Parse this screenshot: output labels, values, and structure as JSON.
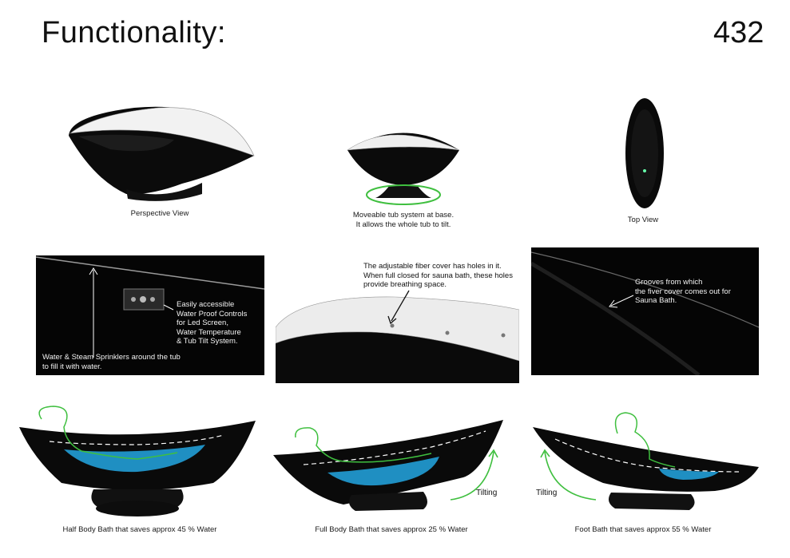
{
  "header": {
    "title": "Functionality:",
    "page_number": "432"
  },
  "views": {
    "perspective": "Perspective View",
    "base_line1": "Moveable tub system at base.",
    "base_line2": "It allows the whole tub to tilt.",
    "top": "Top View"
  },
  "details": {
    "sprinklers_line1": "Water & Steam Sprinklers around the tub",
    "sprinklers_line2": "to fill it with water.",
    "controls_line1": "Easily accessible",
    "controls_line2": "Water Proof Controls",
    "controls_line3": "for Led Screen,",
    "controls_line4": "Water Temperature",
    "controls_line5": "& Tub Tilt System.",
    "cover_line1": "The adjustable fiber cover has holes in it.",
    "cover_line2": "When full closed for sauna bath, these holes",
    "cover_line3": "provide breathing space.",
    "grooves_line1": "Grooves from which",
    "grooves_line2": "the fiver cover comes out for",
    "grooves_line3": "Sauna Bath."
  },
  "baths": {
    "tilting_label": "Tilting",
    "half": {
      "caption": "Half Body Bath that saves approx 45 % Water",
      "water_saved_percent": 45
    },
    "full": {
      "caption": "Full Body Bath that saves approx 25 % Water",
      "water_saved_percent": 25
    },
    "foot": {
      "caption": "Foot Bath that saves approx 55 % Water",
      "water_saved_percent": 55
    }
  },
  "colors": {
    "tub_black": "#0a0a0a",
    "cover_white": "#e8e8e8",
    "water_blue": "#1f8fc2",
    "outline_green": "#3fbf3f"
  }
}
